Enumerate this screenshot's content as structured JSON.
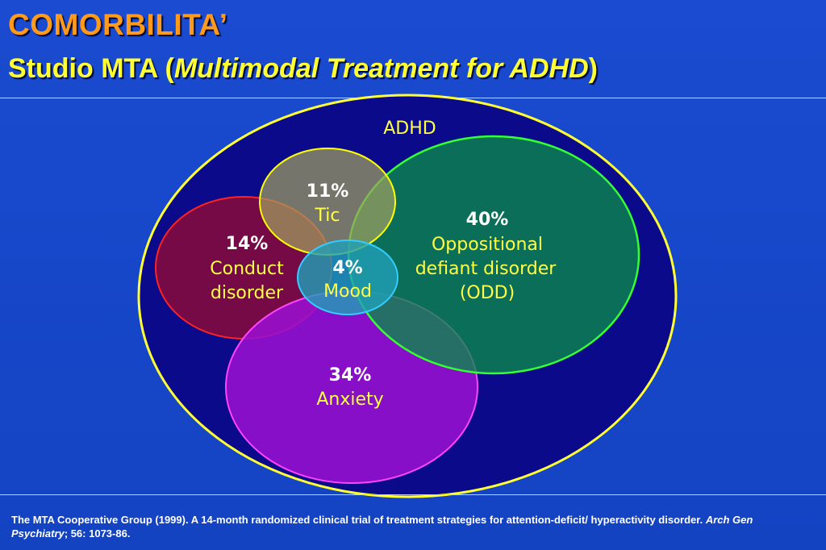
{
  "slide": {
    "title": "COMORBILITA’",
    "subtitle_prefix": "Studio MTA (",
    "subtitle_italic": "Multimodal Treatment for ADHD",
    "subtitle_suffix": ")"
  },
  "diagram": {
    "outer_label": "ADHD",
    "sets": [
      {
        "id": "tic",
        "percent": "11%",
        "label_lines": [
          "Tic"
        ],
        "fill": "#a0a060",
        "stroke": "#ffff00"
      },
      {
        "id": "odd",
        "percent": "40%",
        "label_lines": [
          "Oppositional",
          "defiant disorder",
          "(ODD)"
        ],
        "fill": "#0a8a4a",
        "stroke": "#33ff33"
      },
      {
        "id": "conduct",
        "percent": "14%",
        "label_lines": [
          "Conduct",
          "disorder"
        ],
        "fill": "#8a0a3a",
        "stroke": "#ff2222"
      },
      {
        "id": "mood",
        "percent": "4%",
        "label_lines": [
          "Mood"
        ],
        "fill": "#20a0b8",
        "stroke": "#33ccff"
      },
      {
        "id": "anxiety",
        "percent": "34%",
        "label_lines": [
          "Anxiety"
        ],
        "fill": "#9a10d0",
        "stroke": "#ff44ff"
      }
    ],
    "outer_stroke": "#ffff33",
    "outer_fill": "#0a0a8a"
  },
  "reference": {
    "text_before": "The MTA Cooperative Group (1999). A 14-month randomized clinical trial of treatment strategies for attention-deficit/ hyperactivity disorder. ",
    "journal": "Arch Gen Psychiatry",
    "text_after": "; 56: 1073-86."
  }
}
